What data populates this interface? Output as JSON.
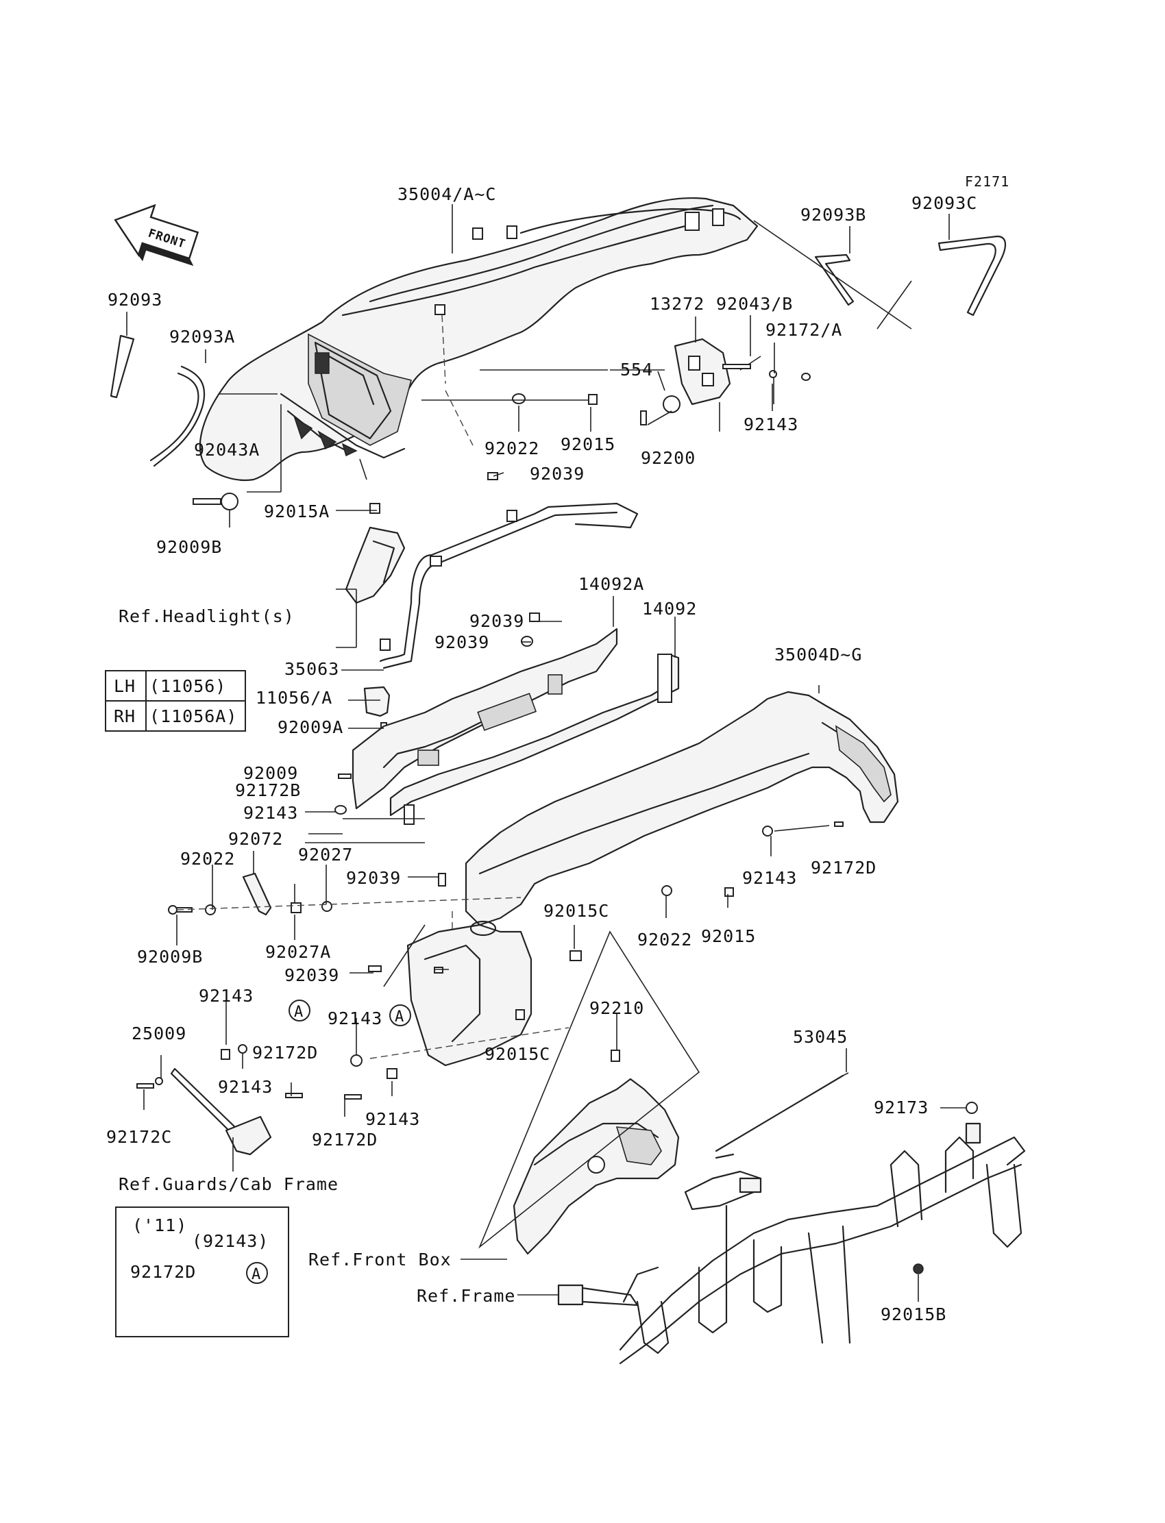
{
  "figure_code": "F2171",
  "front_label": "FRONT",
  "callouts": {
    "c35004_a_c": "35004/A~C",
    "c92093b": "92093B",
    "c92093c": "92093C",
    "c92093": "92093",
    "c92093a": "92093A",
    "c13272": "13272",
    "c92043_b": "92043/B",
    "c92172_a": "92172/A",
    "c554": "554",
    "c92022_top": "92022",
    "c92015_top": "92015",
    "c92143_top": "92143",
    "c92200": "92200",
    "c92039_top": "92039",
    "c92043a": "92043A",
    "c92015a": "92015A",
    "c92009b_top": "92009B",
    "c14092a": "14092A",
    "c14092": "14092",
    "c92039_a": "92039",
    "c92039_b": "92039",
    "c35004d_g": "35004D~G",
    "c35063": "35063",
    "c11056_a": "11056/A",
    "c92009a": "92009A",
    "c92009": "92009",
    "c92172b": "92172B",
    "c92143_mid": "92143",
    "c92072": "92072",
    "c92022_left": "92022",
    "c92027": "92027",
    "c92039_mid": "92039",
    "c92143_right": "92143",
    "c92172d_right": "92172D",
    "c92015c_top": "92015C",
    "c92022_right": "92022",
    "c92015_right": "92015",
    "c92009b_left": "92009B",
    "c92027a": "92027A",
    "c92039_low": "92039",
    "c92143_low1": "92143",
    "c92143_low2": "92143",
    "c25009": "25009",
    "c92172d_low": "92172D",
    "c92143_low3": "92143",
    "c92172c": "92172C",
    "c92172d_low2": "92172D",
    "c92143_low4": "92143",
    "c92015c_low": "92015C",
    "c92210": "92210",
    "c53045": "53045",
    "c92173": "92173",
    "c92015b": "92015B"
  },
  "references": {
    "headlights": "Ref.Headlight(s)",
    "guards": "Ref.Guards/Cab Frame",
    "front_box": "Ref.Front Box",
    "frame": "Ref.Frame"
  },
  "variant_table": {
    "rows": [
      {
        "side": "LH",
        "part": "(11056)"
      },
      {
        "side": "RH",
        "part": "(11056A)"
      }
    ]
  },
  "year_box": {
    "year": "('11)",
    "part_note": "(92143)",
    "callout": "92172D"
  },
  "marker_letter": "A"
}
